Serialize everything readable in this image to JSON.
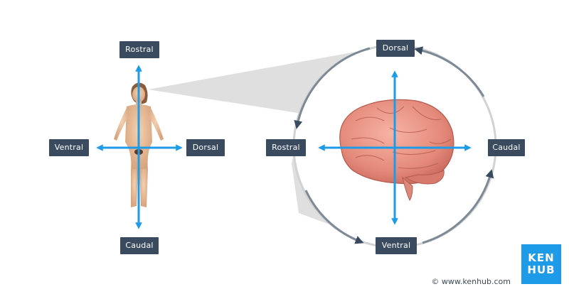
{
  "left_figure": {
    "top_label": "Rostral",
    "bottom_label": "Caudal",
    "left_label": "Ventral",
    "right_label": "Dorsal"
  },
  "brain_figure": {
    "top_label": "Dorsal",
    "bottom_label": "Ventral",
    "left_label": "Rostral",
    "right_label": "Caudal"
  },
  "brand": {
    "line1": "KEN",
    "line2": "HUB"
  },
  "copyright": "© www.kenhub.com",
  "colors": {
    "label_bg": "#3a4b5f",
    "arrow": "#1e9be8",
    "brand": "#1e9be8",
    "zoom_cone": "#d9d9d9"
  }
}
